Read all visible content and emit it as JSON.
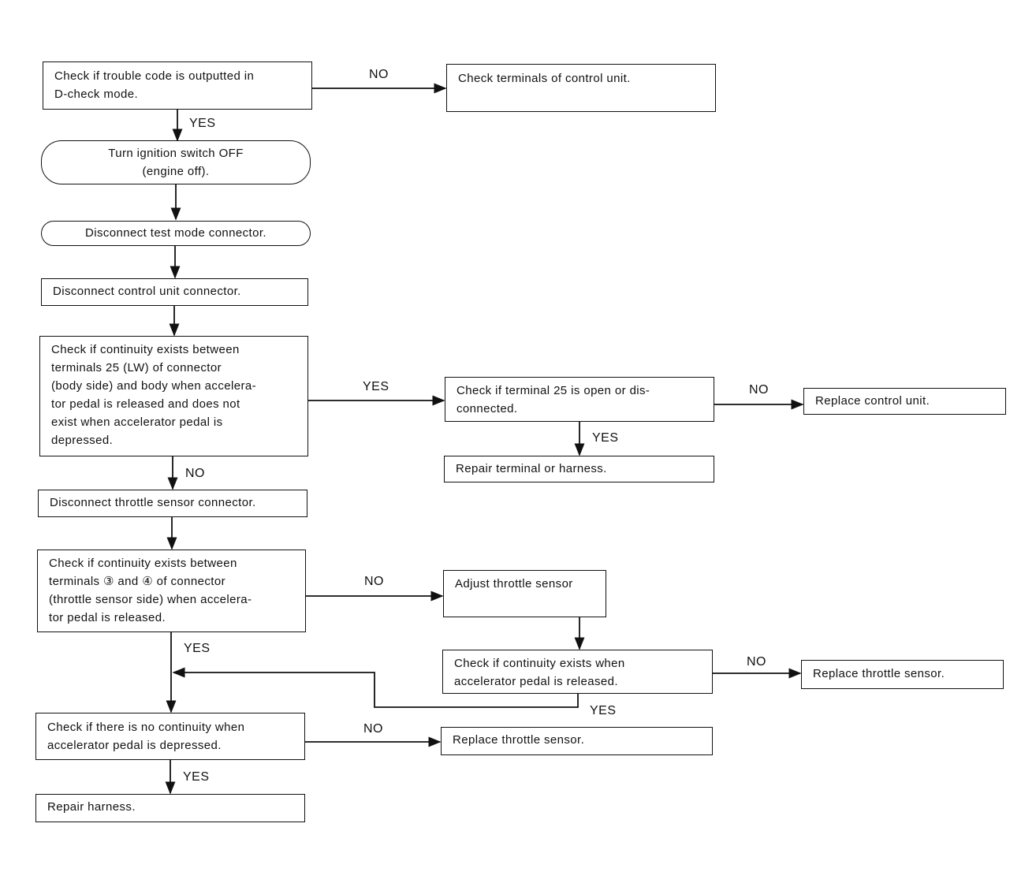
{
  "boxes": {
    "b1": "Check if trouble code is outputted in\nD-check mode.",
    "b1_no": "Check terminals of control unit.",
    "b2": "Turn ignition switch OFF\n(engine off).",
    "b3": "Disconnect test mode connector.",
    "b4": "Disconnect control unit connector.",
    "b5": "Check if continuity exists between\nterminals 25 (LW) of connector\n(body side) and body when accelera-\ntor pedal is released and does not\nexist when accelerator pedal is\ndepressed.",
    "b5_yes": "Check if terminal 25 is open or dis-\nconnected.",
    "b5_yes_no": "Replace control unit.",
    "b5_yes_yes": "Repair terminal or harness.",
    "b6": "Disconnect throttle sensor connector.",
    "b7": "Check if continuity exists between\nterminals ③ and ④ of connector\n(throttle sensor side) when accelera-\ntor pedal is released.",
    "b7_no": "Adjust throttle sensor",
    "b7_no_check": "Check if continuity exists when\naccelerator pedal is released.",
    "b7_no_check_no": "Replace throttle sensor.",
    "b8": "Check if there is no continuity when\naccelerator pedal is depressed.",
    "b8_no": "Replace throttle sensor.",
    "b8_yes": "Repair harness."
  },
  "labels": {
    "yes": "YES",
    "no": "NO"
  }
}
